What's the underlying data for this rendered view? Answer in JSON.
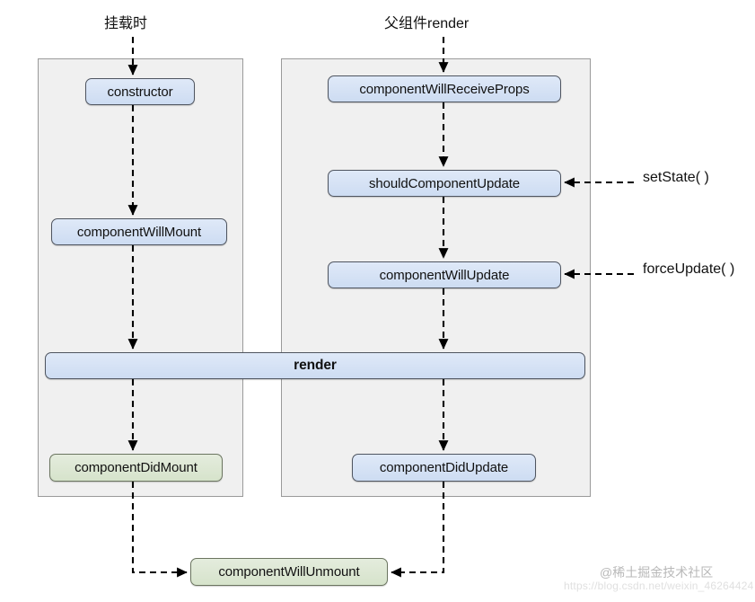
{
  "diagram": {
    "title": "React component lifecycle",
    "colors": {
      "box_blue_fill": "#d4e1f5",
      "box_blue_border": "#4f5560",
      "box_green_fill": "#dde8d5",
      "box_green_border": "#6b7560",
      "panel_fill": "#f0f0f0",
      "panel_border": "#9a9a9a",
      "arrow": "#000000",
      "watermark": "#b9b9b9"
    }
  },
  "triggers": {
    "mount": "挂载时",
    "parent_render": "父组件render",
    "set_state": "setState( )",
    "force_update": "forceUpdate( )"
  },
  "panels": {
    "mount_phase": {
      "name": "mounting-phase-panel"
    },
    "update_phase": {
      "name": "updating-phase-panel"
    }
  },
  "nodes": {
    "constructor": "constructor",
    "component_will_mount": "componentWillMount",
    "render": "render",
    "component_did_mount": "componentDidMount",
    "component_will_receive_props": "componentWillReceiveProps",
    "should_component_update": "shouldComponentUpdate",
    "component_will_update": "componentWillUpdate",
    "component_did_update": "componentDidUpdate",
    "component_will_unmount": "componentWillUnmount"
  },
  "watermark": {
    "brand": "@稀土掘金技术社区",
    "url": "https://blog.csdn.net/weixin_46264424"
  }
}
